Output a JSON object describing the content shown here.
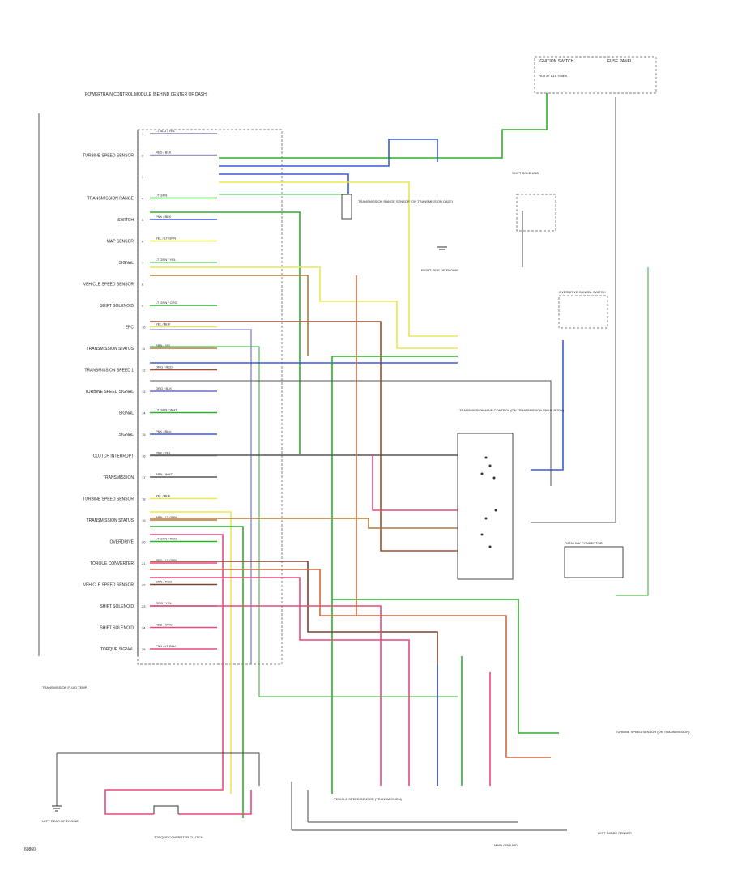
{
  "diagram": {
    "footer_code": "60860",
    "pcm_title": "POWERTRAIN CONTROL MODULE (BEHIND CENTER OF DASH)",
    "pcm_pins": [
      {
        "label": "",
        "wire": "LT BLU / YEL",
        "pin": "1",
        "color": "#8888aa"
      },
      {
        "label": "TURBINE SPEED SENSOR",
        "wire": "RED / BLK",
        "pin": "2",
        "color": "#9999bb"
      },
      {
        "label": "",
        "wire": "",
        "pin": "3",
        "color": ""
      },
      {
        "label": "TRANSMISSION RANGE",
        "wire": "LT GRN",
        "pin": "4",
        "color": "#2fae2f"
      },
      {
        "label": "SWITCH",
        "wire": "PNK / BLK",
        "pin": "5",
        "color": "#3a5cd9"
      },
      {
        "label": "MAP SENSOR",
        "wire": "YEL / LT GRN",
        "pin": "6",
        "color": "#e8e850"
      },
      {
        "label": "SIGNAL",
        "wire": "LT GRN / YEL",
        "pin": "7",
        "color": "#7fd07f"
      },
      {
        "label": "VEHICLE SPEED SENSOR",
        "wire": "",
        "pin": "8",
        "color": ""
      },
      {
        "label": "SHIFT SOLENOID",
        "wire": "LT GRN / ORG",
        "pin": "9",
        "color": "#2fae2f"
      },
      {
        "label": "EPC",
        "wire": "YEL / BLK",
        "pin": "10",
        "color": "#e8e850"
      },
      {
        "label": "TRANSMISSION STATUS",
        "wire": "BRN / YEL",
        "pin": "11",
        "color": "#b07a3a"
      },
      {
        "label": "TRANSMISSION SPEED 1",
        "wire": "ORG / RED",
        "pin": "12",
        "color": "#a05030"
      },
      {
        "label": "TURBINE SPEED SIGNAL",
        "wire": "ORG / BLK",
        "pin": "13",
        "color": "#6a6ad0"
      },
      {
        "label": "SIGNAL",
        "wire": "LT GRN / WHT",
        "pin": "14",
        "color": "#2fae2f"
      },
      {
        "label": "SIGNAL",
        "wire": "PNK / BLU",
        "pin": "15",
        "color": "#3a5cd9"
      },
      {
        "label": "CLUTCH INTERRUPT",
        "wire": "PNK / YEL",
        "pin": "16",
        "color": "#888888"
      },
      {
        "label": "TRANSMISSION",
        "wire": "BRN / WHT",
        "pin": "17",
        "color": "#555555"
      },
      {
        "label": "TURBINE SPEED SENSOR",
        "wire": "YEL / BLK",
        "pin": "18",
        "color": "#e8e850"
      },
      {
        "label": "TRANSMISSION STATUS",
        "wire": "BRN / LT GRN",
        "pin": "19",
        "color": "#b07a3a"
      },
      {
        "label": "OVERDRIVE",
        "wire": "LT GRN / RED",
        "pin": "20",
        "color": "#2fae2f"
      },
      {
        "label": "TORQUE CONVERTER",
        "wire": "RED / LT GRN",
        "pin": "21",
        "color": "#e64a7a"
      },
      {
        "label": "VEHICLE SPEED SENSOR",
        "wire": "BRN / RED",
        "pin": "22",
        "color": "#804030"
      },
      {
        "label": "SHIFT SOLENOID",
        "wire": "ORG / YEL",
        "pin": "23",
        "color": "#d06a40"
      },
      {
        "label": "SHIFT SOLENOID",
        "wire": "RED / ORG",
        "pin": "24",
        "color": "#e64a7a"
      },
      {
        "label": "TORQUE SIGNAL",
        "wire": "PNK / LT BLU",
        "pin": "25",
        "color": "#e64a7a"
      }
    ],
    "labels": {
      "ignition_switch": "IGNITION SWITCH",
      "fuse_panel": "FUSE PANEL",
      "hot_run": "HOT AT ALL TIMES",
      "shift_solenoid_1": "SHIFT SOLENOID",
      "transmission_range_sensor": "TRANSMISSION RANGE SENSOR (ON TRANSMISSION CASE)",
      "overdrive_cancel": "OVERDRIVE CANCEL SWITCH",
      "transmission_main_control": "TRANSMISSION MAIN CONTROL (ON TRANSMISSION VALVE BODY)",
      "left_inside_fender": "LEFT INSIDE FENDER",
      "ground_point": "RIGHT SIDE OF ENGINE",
      "data_link_connector": "DATA LINK CONNECTOR",
      "vehicle_speed_sensor": "VEHICLE SPEED SENSOR (TRANSMISSION)",
      "turbine_speed": "TURBINE SPEED SENSOR (ON TRANSMISSION)",
      "main_ground": "MAIN GROUND",
      "left_rear_engine": "LEFT REAR OF ENGINE",
      "transmission_fluid_temp": "TRANSMISSION FLUID TEMP",
      "torque_converter_clutch": "TORQUE CONVERTER CLUTCH"
    }
  }
}
